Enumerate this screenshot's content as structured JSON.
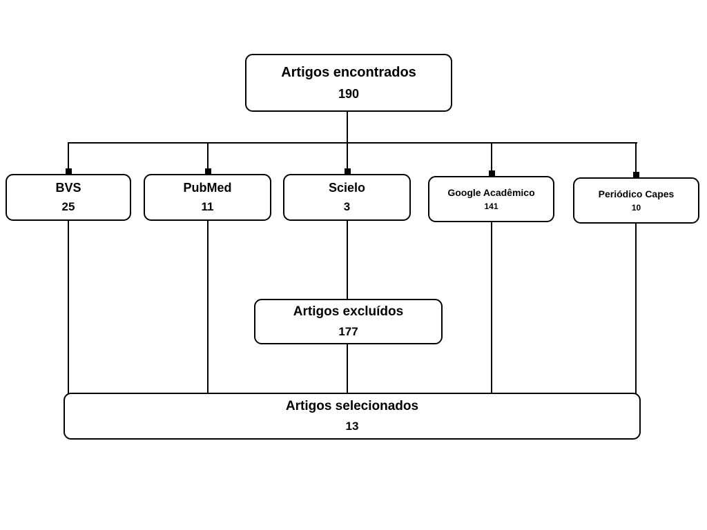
{
  "diagram": {
    "type": "flowchart",
    "description": "Article selection flow diagram (Portuguese)",
    "colors": {
      "background": "#ffffff",
      "border": "#000000",
      "line": "#000000",
      "text": "#000000"
    },
    "nodes": {
      "found": {
        "label": "Artigos encontrados",
        "value": "190"
      },
      "bvs": {
        "label": "BVS",
        "value": "25"
      },
      "pubmed": {
        "label": "PubMed",
        "value": "11"
      },
      "scielo": {
        "label": "Scielo",
        "value": "3"
      },
      "google": {
        "label": "Google Acadêmico",
        "value": "141"
      },
      "capes": {
        "label": "Periódico Capes",
        "value": "10"
      },
      "excluded": {
        "label": "Artigos excluídos",
        "value": "177"
      },
      "selected": {
        "label": "Artigos selecionados",
        "value": "13"
      }
    },
    "edges": [
      {
        "from": "found",
        "to": "bvs"
      },
      {
        "from": "found",
        "to": "pubmed"
      },
      {
        "from": "found",
        "to": "scielo"
      },
      {
        "from": "found",
        "to": "google"
      },
      {
        "from": "found",
        "to": "capes"
      },
      {
        "from": "scielo",
        "to": "excluded"
      },
      {
        "from": "bvs",
        "to": "selected"
      },
      {
        "from": "pubmed",
        "to": "selected"
      },
      {
        "from": "excluded",
        "to": "selected"
      },
      {
        "from": "google",
        "to": "selected"
      },
      {
        "from": "capes",
        "to": "selected"
      }
    ]
  }
}
